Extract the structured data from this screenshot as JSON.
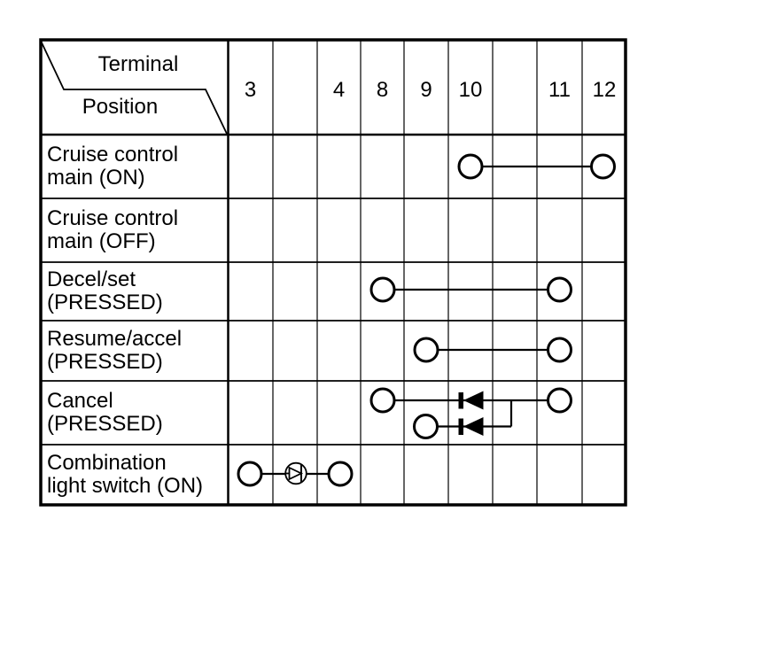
{
  "table": {
    "corner": {
      "terminal": "Terminal",
      "position": "Position"
    },
    "columns": [
      "3",
      "",
      "4",
      "8",
      "9",
      "10",
      "",
      "11",
      "12"
    ],
    "rows": [
      {
        "line1": "Cruise control",
        "line2": "main (ON)"
      },
      {
        "line1": "Cruise control",
        "line2": "main (OFF)"
      },
      {
        "line1": "Decel/set",
        "line2": "(PRESSED)"
      },
      {
        "line1": "Resume/accel",
        "line2": "(PRESSED)"
      },
      {
        "line1": "Cancel",
        "line2": "(PRESSED)"
      },
      {
        "line1": "Combination",
        "line2": "light switch (ON)"
      }
    ],
    "connections": [
      {
        "row": "Cruise control main (ON)",
        "terminals": [
          "10",
          "12"
        ],
        "component": "none"
      },
      {
        "row": "Cruise control main (OFF)",
        "terminals": [],
        "component": "none"
      },
      {
        "row": "Decel/set (PRESSED)",
        "terminals": [
          "8",
          "11"
        ],
        "component": "none"
      },
      {
        "row": "Resume/accel (PRESSED)",
        "terminals": [
          "9",
          "11"
        ],
        "component": "none"
      },
      {
        "row": "Cancel (PRESSED)",
        "terminals": [
          "8",
          "11"
        ],
        "component": "diode, cathode toward terminal 8"
      },
      {
        "row": "Cancel (PRESSED)",
        "terminals": [
          "9",
          "11"
        ],
        "component": "diode, cathode toward terminal 9; joins terminal-8 branch before terminal 11"
      },
      {
        "row": "Combination light switch (ON)",
        "terminals": [
          "3",
          "4"
        ],
        "component": "circled diode, cathode toward terminal 4"
      }
    ]
  },
  "colors": {
    "line": "#000000",
    "background": "#ffffff"
  }
}
